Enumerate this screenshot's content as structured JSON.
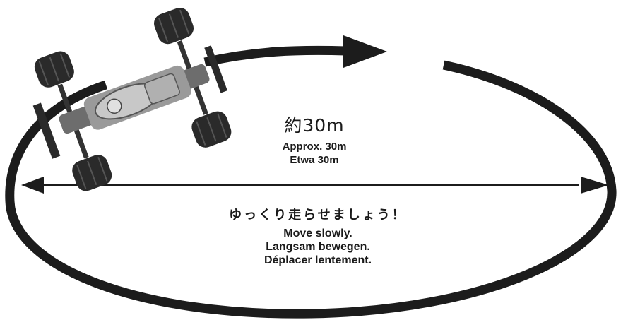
{
  "distance": {
    "jp": "約30m",
    "en": "Approx. 30m",
    "de": "Etwa 30m"
  },
  "instruction": {
    "jp": "ゆっくり走らせましょう！",
    "en": "Move slowly.",
    "de": "Langsam bewegen.",
    "fr": "Déplacer lentement."
  },
  "colors": {
    "path": "#1c1c1c",
    "tire": "#2a2a2a",
    "chassis": "#8a8a8a",
    "text": "#1a1a1a"
  }
}
